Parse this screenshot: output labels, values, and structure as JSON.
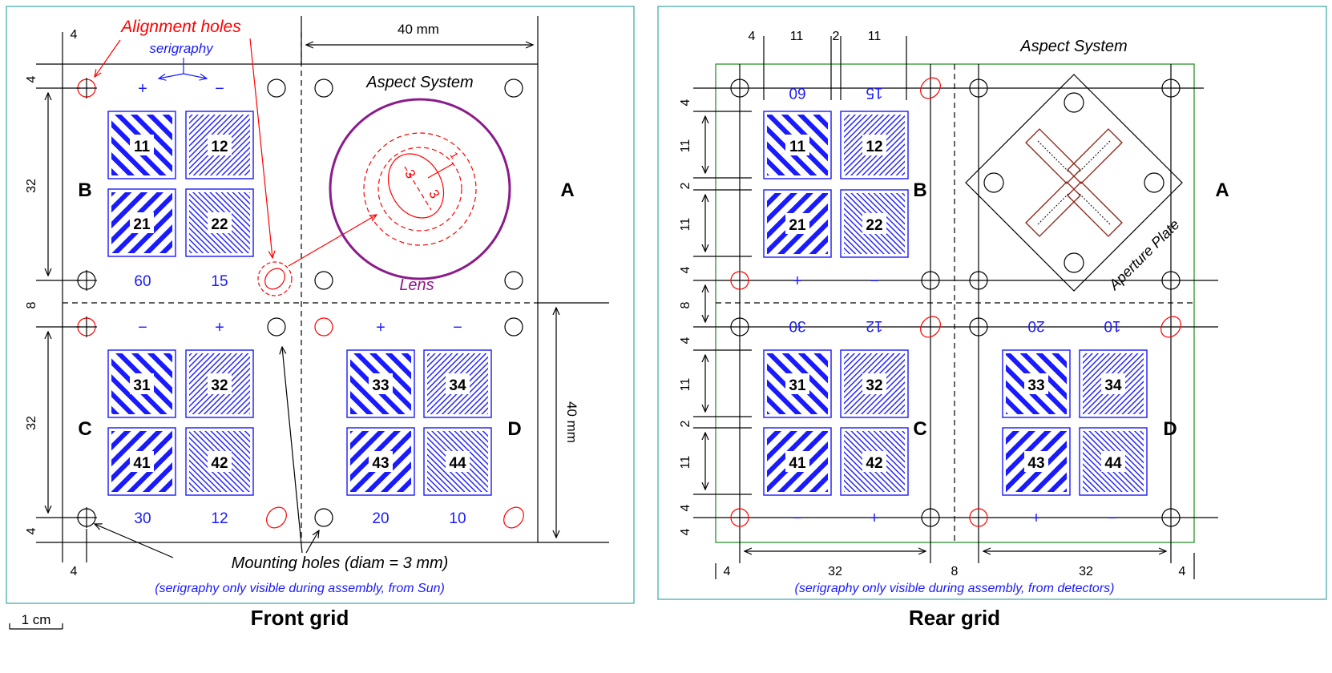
{
  "front": {
    "title": "Front grid",
    "quadrants": {
      "a": "A",
      "b": "B",
      "c": "C",
      "d": "D"
    },
    "aspect_system": "Aspect System",
    "lens": "Lens",
    "alignment_holes": "Alignment holes",
    "serigraphy": "serigraphy",
    "mounting_holes": "Mounting holes (diam = 3 mm)",
    "note": "(serigraphy only visible during assembly, from Sun)",
    "scale": "1 cm",
    "dims": {
      "top_4": "4",
      "top_40": "40 mm",
      "left_4a": "4",
      "left_32a": "32",
      "left_8": "8",
      "left_32b": "32",
      "left_4b": "4",
      "bottom_4": "4",
      "right_40": "40 mm"
    },
    "lens_dims": {
      "d1": "3",
      "d2": "3",
      "d3": "1"
    },
    "labels_b": {
      "plus": "+",
      "minus": "−",
      "n60": "60",
      "n15": "15"
    },
    "labels_cd": {
      "minus1": "−",
      "plus1": "+",
      "plus2": "+",
      "minus2": "−",
      "n30": "30",
      "n12": "12",
      "n20": "20",
      "n10": "10"
    },
    "grids": {
      "g11": "11",
      "g12": "12",
      "g21": "21",
      "g22": "22",
      "g31": "31",
      "g32": "32",
      "g41": "41",
      "g42": "42",
      "g33": "33",
      "g34": "34",
      "g43": "43",
      "g44": "44"
    }
  },
  "rear": {
    "title": "Rear grid",
    "quadrants": {
      "a": "A",
      "b": "B",
      "c": "C",
      "d": "D"
    },
    "aspect_system": "Aspect System",
    "aperture_plate": "Aperture Plate",
    "note": "(serigraphy only visible during assembly, from detectors)",
    "dims_top": {
      "t4": "4",
      "t11a": "11",
      "t2": "2",
      "t11b": "11"
    },
    "dims_left": {
      "l4a": "4",
      "l11a": "11",
      "l2a": "2",
      "l11b": "11",
      "l4b": "4",
      "l8": "8",
      "l4c": "4",
      "l11c": "11",
      "l2b": "2",
      "l11d": "11",
      "l4d": "4",
      "l4e": "4"
    },
    "dims_bottom": {
      "b4a": "4",
      "b32a": "32",
      "b8": "8",
      "b32b": "32",
      "b4b": "4"
    },
    "labels": {
      "n60": "60",
      "n15": "15",
      "plus": "+",
      "minus": "−",
      "n30": "30",
      "n12": "12",
      "n20": "20",
      "n10": "10",
      "minus_b": "−",
      "plus_b": "+",
      "plus_d": "+",
      "minus_d": "−"
    },
    "grids": {
      "g11": "11",
      "g12": "12",
      "g21": "21",
      "g22": "22",
      "g31": "31",
      "g32": "32",
      "g41": "41",
      "g42": "42",
      "g33": "33",
      "g34": "34",
      "g43": "43",
      "g44": "44"
    }
  },
  "colors": {
    "serigraphy": "#1a1aff",
    "alignment": "#ff0000",
    "lens": "#8b1a8b",
    "panel_border": "#3aa6a6",
    "rear_frame": "#1a8a1a",
    "aperture_slot": "#8b2a1a"
  }
}
